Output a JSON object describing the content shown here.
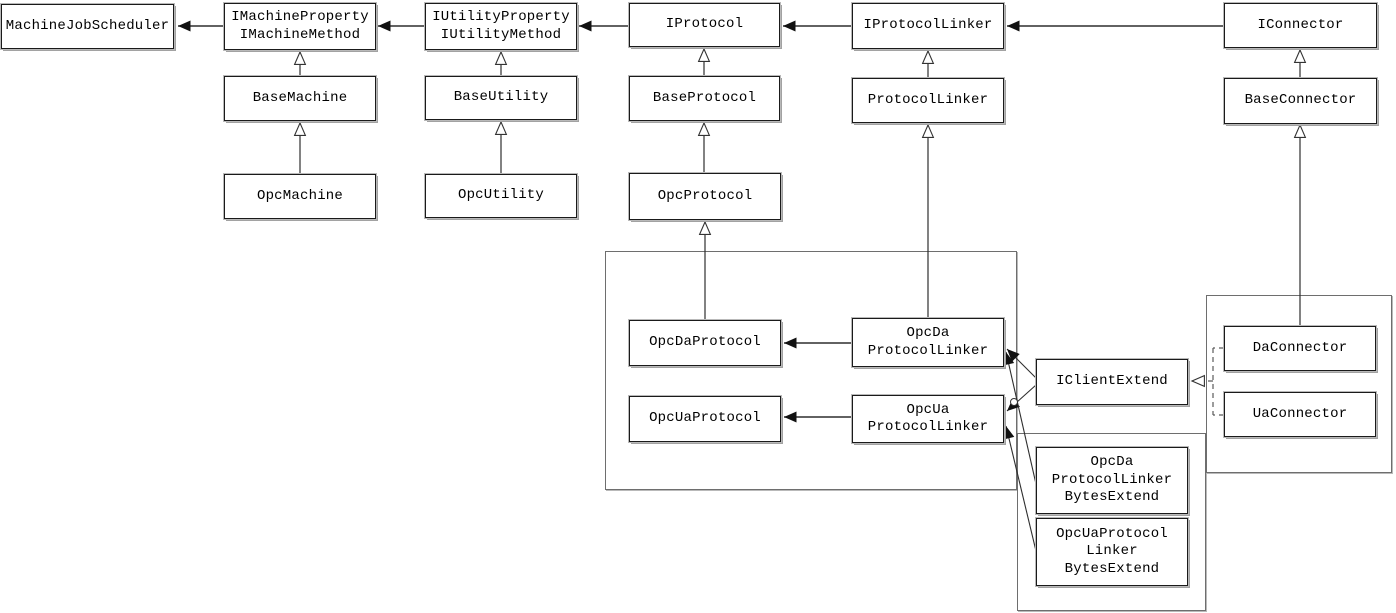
{
  "diagram": {
    "kind": "uml-class-relationship-diagram",
    "colors": {
      "background": "#ffffff",
      "line": "#2e2e2e",
      "node_border": "#1a1a1a",
      "node_fill": "#ffffff",
      "node_shadow": "#a2a2a2",
      "group_border": "#6e6e6e"
    },
    "nodes": [
      {
        "id": "machine-job-scheduler",
        "label": "MachineJobScheduler"
      },
      {
        "id": "i-machine-property-method",
        "label": "IMachineProperty\nIMachineMethod"
      },
      {
        "id": "i-utility-property-method",
        "label": "IUtilityProperty\nIUtilityMethod"
      },
      {
        "id": "i-protocol",
        "label": "IProtocol"
      },
      {
        "id": "i-protocol-linker",
        "label": "IProtocolLinker"
      },
      {
        "id": "i-connector",
        "label": "IConnector"
      },
      {
        "id": "base-machine",
        "label": "BaseMachine"
      },
      {
        "id": "base-utility",
        "label": "BaseUtility"
      },
      {
        "id": "base-protocol",
        "label": "BaseProtocol"
      },
      {
        "id": "protocol-linker",
        "label": "ProtocolLinker"
      },
      {
        "id": "base-connector",
        "label": "BaseConnector"
      },
      {
        "id": "opc-machine",
        "label": "OpcMachine"
      },
      {
        "id": "opc-utility",
        "label": "OpcUtility"
      },
      {
        "id": "opc-protocol",
        "label": "OpcProtocol"
      },
      {
        "id": "opc-da-protocol",
        "label": "OpcDaProtocol"
      },
      {
        "id": "opc-ua-protocol",
        "label": "OpcUaProtocol"
      },
      {
        "id": "opc-da-protocol-linker",
        "label": "OpcDa\nProtocolLinker"
      },
      {
        "id": "opc-ua-protocol-linker",
        "label": "OpcUa\nProtocolLinker"
      },
      {
        "id": "i-client-extend",
        "label": "IClientExtend"
      },
      {
        "id": "da-connector",
        "label": "DaConnector"
      },
      {
        "id": "ua-connector",
        "label": "UaConnector"
      },
      {
        "id": "opc-da-protocol-linker-bytes-extend",
        "label": "OpcDa\nProtocolLinker\nBytesExtend"
      },
      {
        "id": "opc-ua-protocol-linker-bytes-extend",
        "label": "OpcUaProtocol\nLinker\nBytesExtend"
      }
    ],
    "edges": [
      {
        "from": "i-machine-property-method",
        "to": "machine-job-scheduler",
        "type": "association"
      },
      {
        "from": "i-utility-property-method",
        "to": "i-machine-property-method",
        "type": "association"
      },
      {
        "from": "i-protocol",
        "to": "i-utility-property-method",
        "type": "association"
      },
      {
        "from": "i-protocol-linker",
        "to": "i-protocol",
        "type": "association"
      },
      {
        "from": "i-connector",
        "to": "i-protocol-linker",
        "type": "association"
      },
      {
        "from": "base-machine",
        "to": "i-machine-property-method",
        "type": "generalization"
      },
      {
        "from": "opc-machine",
        "to": "base-machine",
        "type": "generalization"
      },
      {
        "from": "base-utility",
        "to": "i-utility-property-method",
        "type": "generalization"
      },
      {
        "from": "opc-utility",
        "to": "base-utility",
        "type": "generalization"
      },
      {
        "from": "base-protocol",
        "to": "i-protocol",
        "type": "generalization"
      },
      {
        "from": "opc-protocol",
        "to": "base-protocol",
        "type": "generalization"
      },
      {
        "from": "protocol-linker",
        "to": "i-protocol-linker",
        "type": "generalization"
      },
      {
        "from": "base-connector",
        "to": "i-connector",
        "type": "generalization"
      },
      {
        "from": "opc-da-protocol",
        "to": "opc-protocol",
        "type": "generalization"
      },
      {
        "from": "opc-da-protocol-linker",
        "to": "protocol-linker",
        "type": "generalization"
      },
      {
        "from": "da-connector",
        "to": "base-connector",
        "type": "generalization"
      },
      {
        "from": "opc-da-protocol-linker",
        "to": "opc-da-protocol",
        "type": "association"
      },
      {
        "from": "opc-ua-protocol-linker",
        "to": "opc-ua-protocol",
        "type": "association"
      },
      {
        "from": "i-client-extend",
        "to": "opc-da-protocol-linker",
        "type": "association"
      },
      {
        "from": "i-client-extend",
        "to": "opc-ua-protocol-linker",
        "type": "association"
      },
      {
        "from": "opc-da-protocol-linker-bytes-extend",
        "to": "opc-da-protocol-linker",
        "type": "association"
      },
      {
        "from": "opc-ua-protocol-linker-bytes-extend",
        "to": "opc-ua-protocol-linker",
        "type": "association"
      },
      {
        "from": "da-connector",
        "to": "i-client-extend",
        "type": "realization"
      },
      {
        "from": "ua-connector",
        "to": "i-client-extend",
        "type": "realization"
      }
    ],
    "groups": [
      {
        "id": "group-opc-protocol"
      },
      {
        "id": "group-bytes-extend"
      },
      {
        "id": "group-connector"
      }
    ]
  }
}
